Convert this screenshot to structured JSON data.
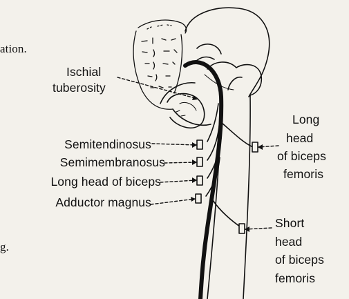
{
  "page": {
    "text_fragments": [
      "ation.",
      "g."
    ]
  },
  "diagram": {
    "labels": {
      "ischial_line1": "Ischial",
      "ischial_line2": "tuberosity",
      "semitendinosus": "Semitendinosus",
      "semimembranosus": "Semimembranosus",
      "long_head_biceps": "Long head of biceps",
      "adductor_magnus": "Adductor magnus",
      "long_head_right": [
        "Long",
        "head",
        "of biceps",
        "femoris"
      ],
      "short_head_right": [
        "Short",
        "head",
        "of biceps",
        "femoris"
      ]
    },
    "colors": {
      "ink": "#111111",
      "paper": "#f3f1eb"
    }
  }
}
